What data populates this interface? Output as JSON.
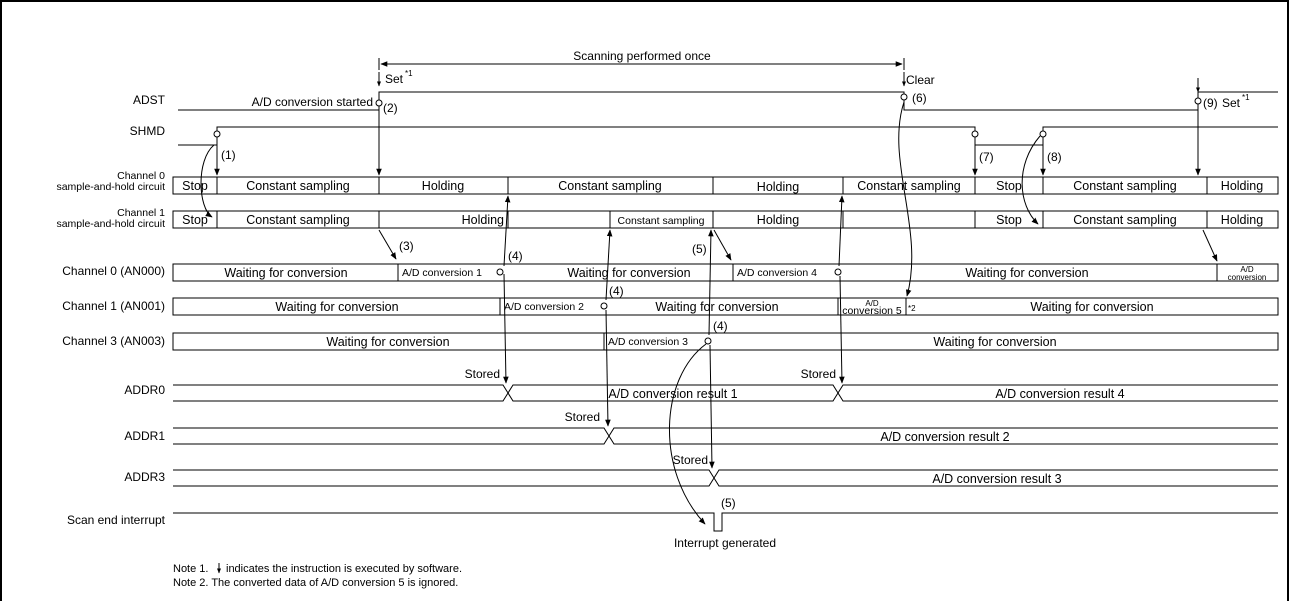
{
  "scan_label": "Scanning performed once",
  "signals": {
    "adst": "ADST",
    "shmd": "SHMD",
    "ch0_sh_1": "Channel 0",
    "ch0_sh_2": "sample-and-hold circuit",
    "ch1_sh_1": "Channel 1",
    "ch1_sh_2": "sample-and-hold circuit",
    "ch0": "Channel 0 (AN000)",
    "ch1": "Channel 1 (AN001)",
    "ch3": "Channel 3 (AN003)",
    "addr0": "ADDR0",
    "addr1": "ADDR1",
    "addr3": "ADDR3",
    "scan_end": "Scan end interrupt"
  },
  "events": {
    "set": "Set",
    "set_sup": "*1",
    "clear": "Clear",
    "ad_started": "A/D conversion started",
    "stored": "Stored",
    "interrupt": "Interrupt generated",
    "n1": "(1)",
    "n2": "(2)",
    "n3": "(3)",
    "n4": "(4)",
    "n5": "(5)",
    "n6": "(6)",
    "n7": "(7)",
    "n8": "(8)",
    "n9": "(9)"
  },
  "states": {
    "stop": "Stop",
    "const_sampling": "Constant sampling",
    "holding": "Holding",
    "waiting": "Waiting for conversion",
    "adc1": "A/D conversion 1",
    "adc2": "A/D conversion 2",
    "adc3": "A/D conversion 3",
    "adc4": "A/D conversion 4",
    "adc5_a": "A/D",
    "adc5_b": "conversion 5",
    "adc_a": "A/D",
    "adc_b": "conversion",
    "sup2": "*2",
    "res1": "A/D conversion result 1",
    "res2": "A/D conversion result 2",
    "res3": "A/D conversion result 3",
    "res4": "A/D conversion result 4"
  },
  "notes": {
    "note1_a": "Note 1.",
    "note1_b": "indicates the instruction is executed by software.",
    "note2": "Note 2.  The converted data of A/D conversion 5 is ignored."
  }
}
